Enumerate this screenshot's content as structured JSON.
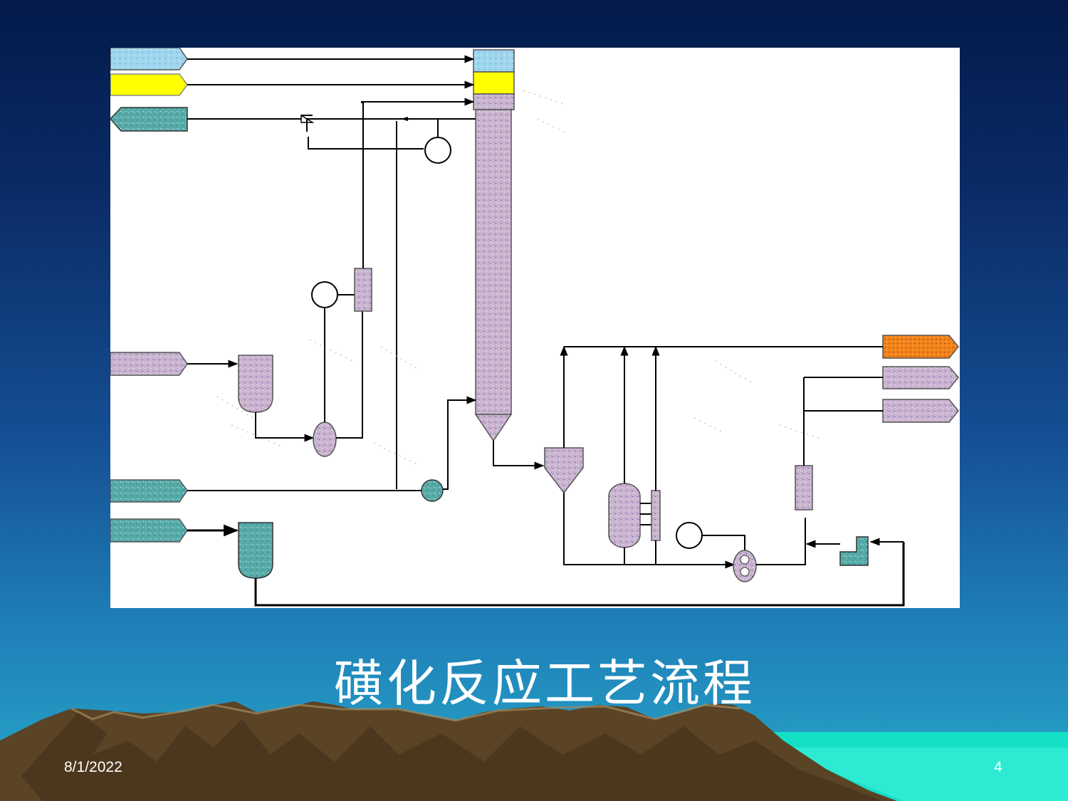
{
  "slide": {
    "title": "磺化反应工艺流程",
    "date": "8/1/2022",
    "page_number": "4"
  },
  "diagram": {
    "description_items": [
      {
        "name": "feed-stream-1",
        "color": "#9fd6ee"
      },
      {
        "name": "feed-stream-2",
        "color": "#ffff00"
      },
      {
        "name": "outlet-stream-left",
        "color": "#5fb3b3"
      },
      {
        "name": "product-stream-orange",
        "color": "#f08a1c"
      }
    ]
  },
  "colors": {
    "purple_fill": "#c9b3cf",
    "teal_fill": "#56aaa8",
    "yellow_fill": "#ffff00",
    "blue_fill": "#9fd6ee",
    "orange_fill": "#f0841a",
    "line": "#000000",
    "mountain": "#5b4326"
  }
}
